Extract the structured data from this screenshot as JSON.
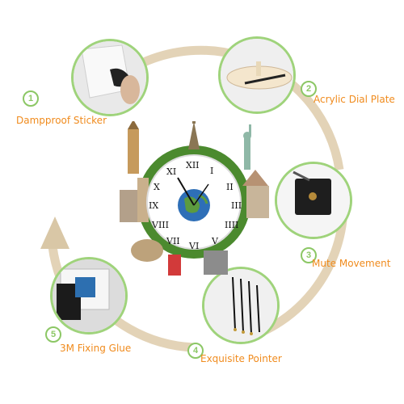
{
  "steps": [
    {
      "num": "1",
      "label": "Dampproof Sticker"
    },
    {
      "num": "2",
      "label": "Acrylic Dial Plate"
    },
    {
      "num": "3",
      "label": "Mute Movement"
    },
    {
      "num": "4",
      "label": "Exquisite Pointer"
    },
    {
      "num": "5",
      "label": "3M Fixing Glue"
    }
  ],
  "clock": {
    "numerals": [
      "XII",
      "I",
      "II",
      "III",
      "IIII",
      "V",
      "VI",
      "VII",
      "VIII",
      "IX",
      "X",
      "XI"
    ]
  },
  "colors": {
    "accent_green": "#9fd37b",
    "label_orange": "#f08b1d",
    "arc_tan": "#e3d3b7"
  }
}
